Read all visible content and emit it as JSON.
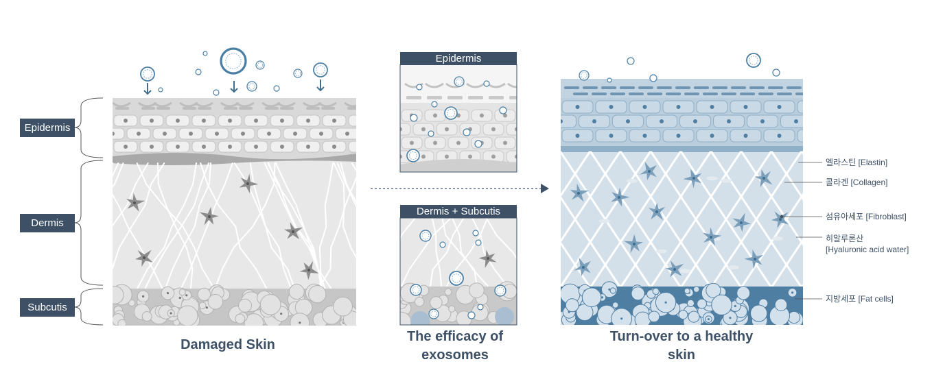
{
  "left_labels": {
    "epidermis": "Epidermis",
    "dermis": "Dermis",
    "subcutis": "Subcutis"
  },
  "mid_panels": {
    "top_title": "Epidermis",
    "bottom_title": "Dermis + Subcutis"
  },
  "captions": {
    "left": "Damaged Skin",
    "middle_line1": "The efficacy of",
    "middle_line2": "exosomes",
    "right_line1": "Turn-over to a healthy",
    "right_line2": "skin"
  },
  "legend": {
    "elastin": "엘라스틴 [Elastin]",
    "collagen": "콜라겐 [Collagen]",
    "fibroblast": "섬유아세포 [Fibroblast]",
    "hyaluronic_line1": "히알루론산",
    "hyaluronic_line2": "[Hyaluronic acid water]",
    "fat": "지방세포 [Fat cells]"
  },
  "colors": {
    "navy": "#3d5066",
    "exosome_blue": "#4a7fa5",
    "damaged_gray": "#e6e6e6",
    "healthy_blue": "#d3dfe8",
    "fat_blue": "#5b8bb0"
  }
}
